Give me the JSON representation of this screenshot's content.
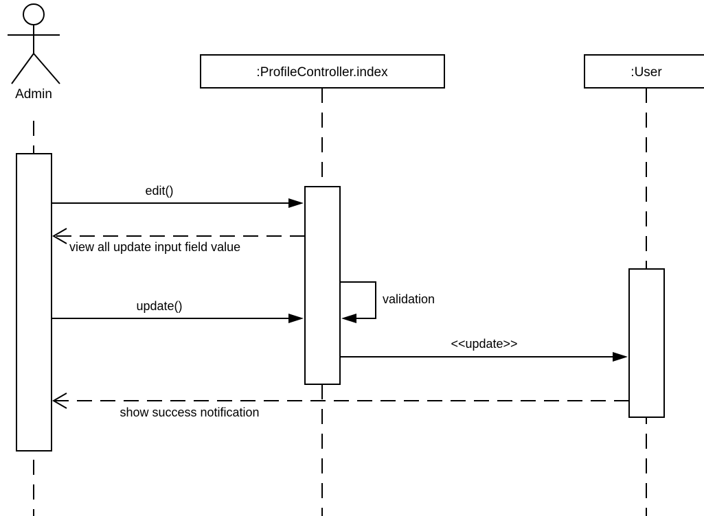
{
  "actor": {
    "label": "Admin"
  },
  "lifelines": [
    {
      "label": ":ProfileController.index"
    },
    {
      "label": ":User"
    }
  ],
  "messages": [
    {
      "label": "edit()",
      "kind": "sync"
    },
    {
      "label": "view all update input field value",
      "kind": "return"
    },
    {
      "label": "validation",
      "kind": "self"
    },
    {
      "label": "update()",
      "kind": "sync"
    },
    {
      "label": "<<update>>",
      "kind": "sync"
    },
    {
      "label": "show success notification",
      "kind": "return"
    }
  ]
}
